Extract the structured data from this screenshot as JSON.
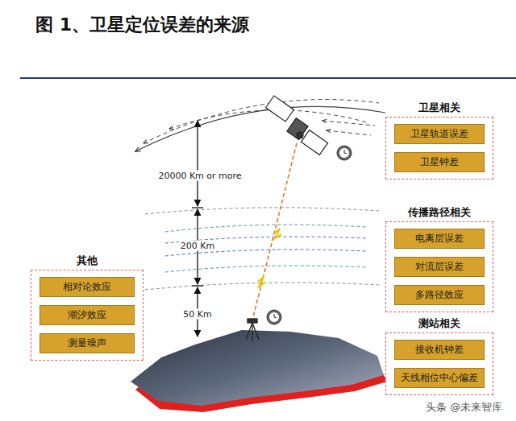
{
  "diagram": {
    "title": "图 1、卫星定位误差的来源",
    "nodes": [
      {
        "text": [
          "卫星相关"
        ]
      },
      {
        "text": [
          "卫星轨道误差"
        ],
        "in": 0
      },
      {
        "text": [
          "卫星钟差"
        ],
        "in": 0
      },
      {
        "text": [
          "传播路径相关"
        ]
      },
      {
        "text": [
          "电离层误差"
        ],
        "in": 3
      },
      {
        "text": [
          "对流层误差"
        ],
        "in": 3
      },
      {
        "text": [
          "多路径效应"
        ],
        "in": 3
      },
      {
        "text": [
          "测站相关"
        ]
      },
      {
        "text": [
          "接收机钟差"
        ],
        "in": 7
      },
      {
        "text": [
          "天线相位中心偏差"
        ],
        "in": 7
      },
      {
        "text": [
          "其他"
        ]
      },
      {
        "text": [
          "相对论效应"
        ],
        "in": 10
      },
      {
        "text": [
          "潮汐效应"
        ],
        "in": 10
      },
      {
        "text": [
          "测量噪声"
        ],
        "in": 10
      }
    ],
    "labels": [
      "20000 Km or more",
      "200 Km",
      "50 Km",
      "头条 @未来智库"
    ]
  }
}
